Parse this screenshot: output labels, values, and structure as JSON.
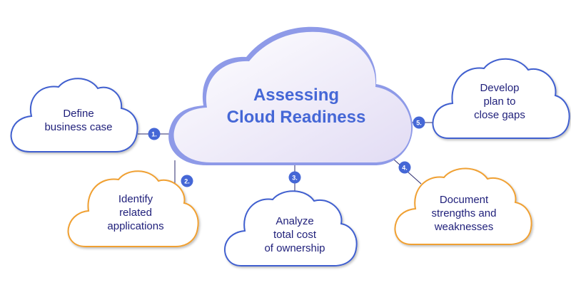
{
  "diagram": {
    "center": {
      "title_line1": "Assessing",
      "title_line2": "Cloud Readiness"
    },
    "steps": [
      {
        "number": "1.",
        "line1": "Define",
        "line2": "business case",
        "line3": "",
        "border_color": "#3f5fcf"
      },
      {
        "number": "2.",
        "line1": "Identify",
        "line2": "related",
        "line3": "applications",
        "border_color": "#f0a032"
      },
      {
        "number": "3.",
        "line1": "Analyze",
        "line2": "total cost",
        "line3": "of ownership",
        "border_color": "#3f5fcf"
      },
      {
        "number": "4.",
        "line1": "Document",
        "line2": "strengths and",
        "line3": "weaknesses",
        "border_color": "#f0a032"
      },
      {
        "number": "5.",
        "line1": "Develop",
        "line2": "plan to",
        "line3": "close gaps",
        "border_color": "#3f5fcf"
      }
    ],
    "colors": {
      "badge": "#4567d6",
      "connector": "#2a2a6e",
      "title": "#4567d6",
      "label": "#1f1f7a",
      "center_fill_light": "#ffffff",
      "center_fill_dark": "#e4def5",
      "center_shadow": "#8e9ae8"
    }
  }
}
